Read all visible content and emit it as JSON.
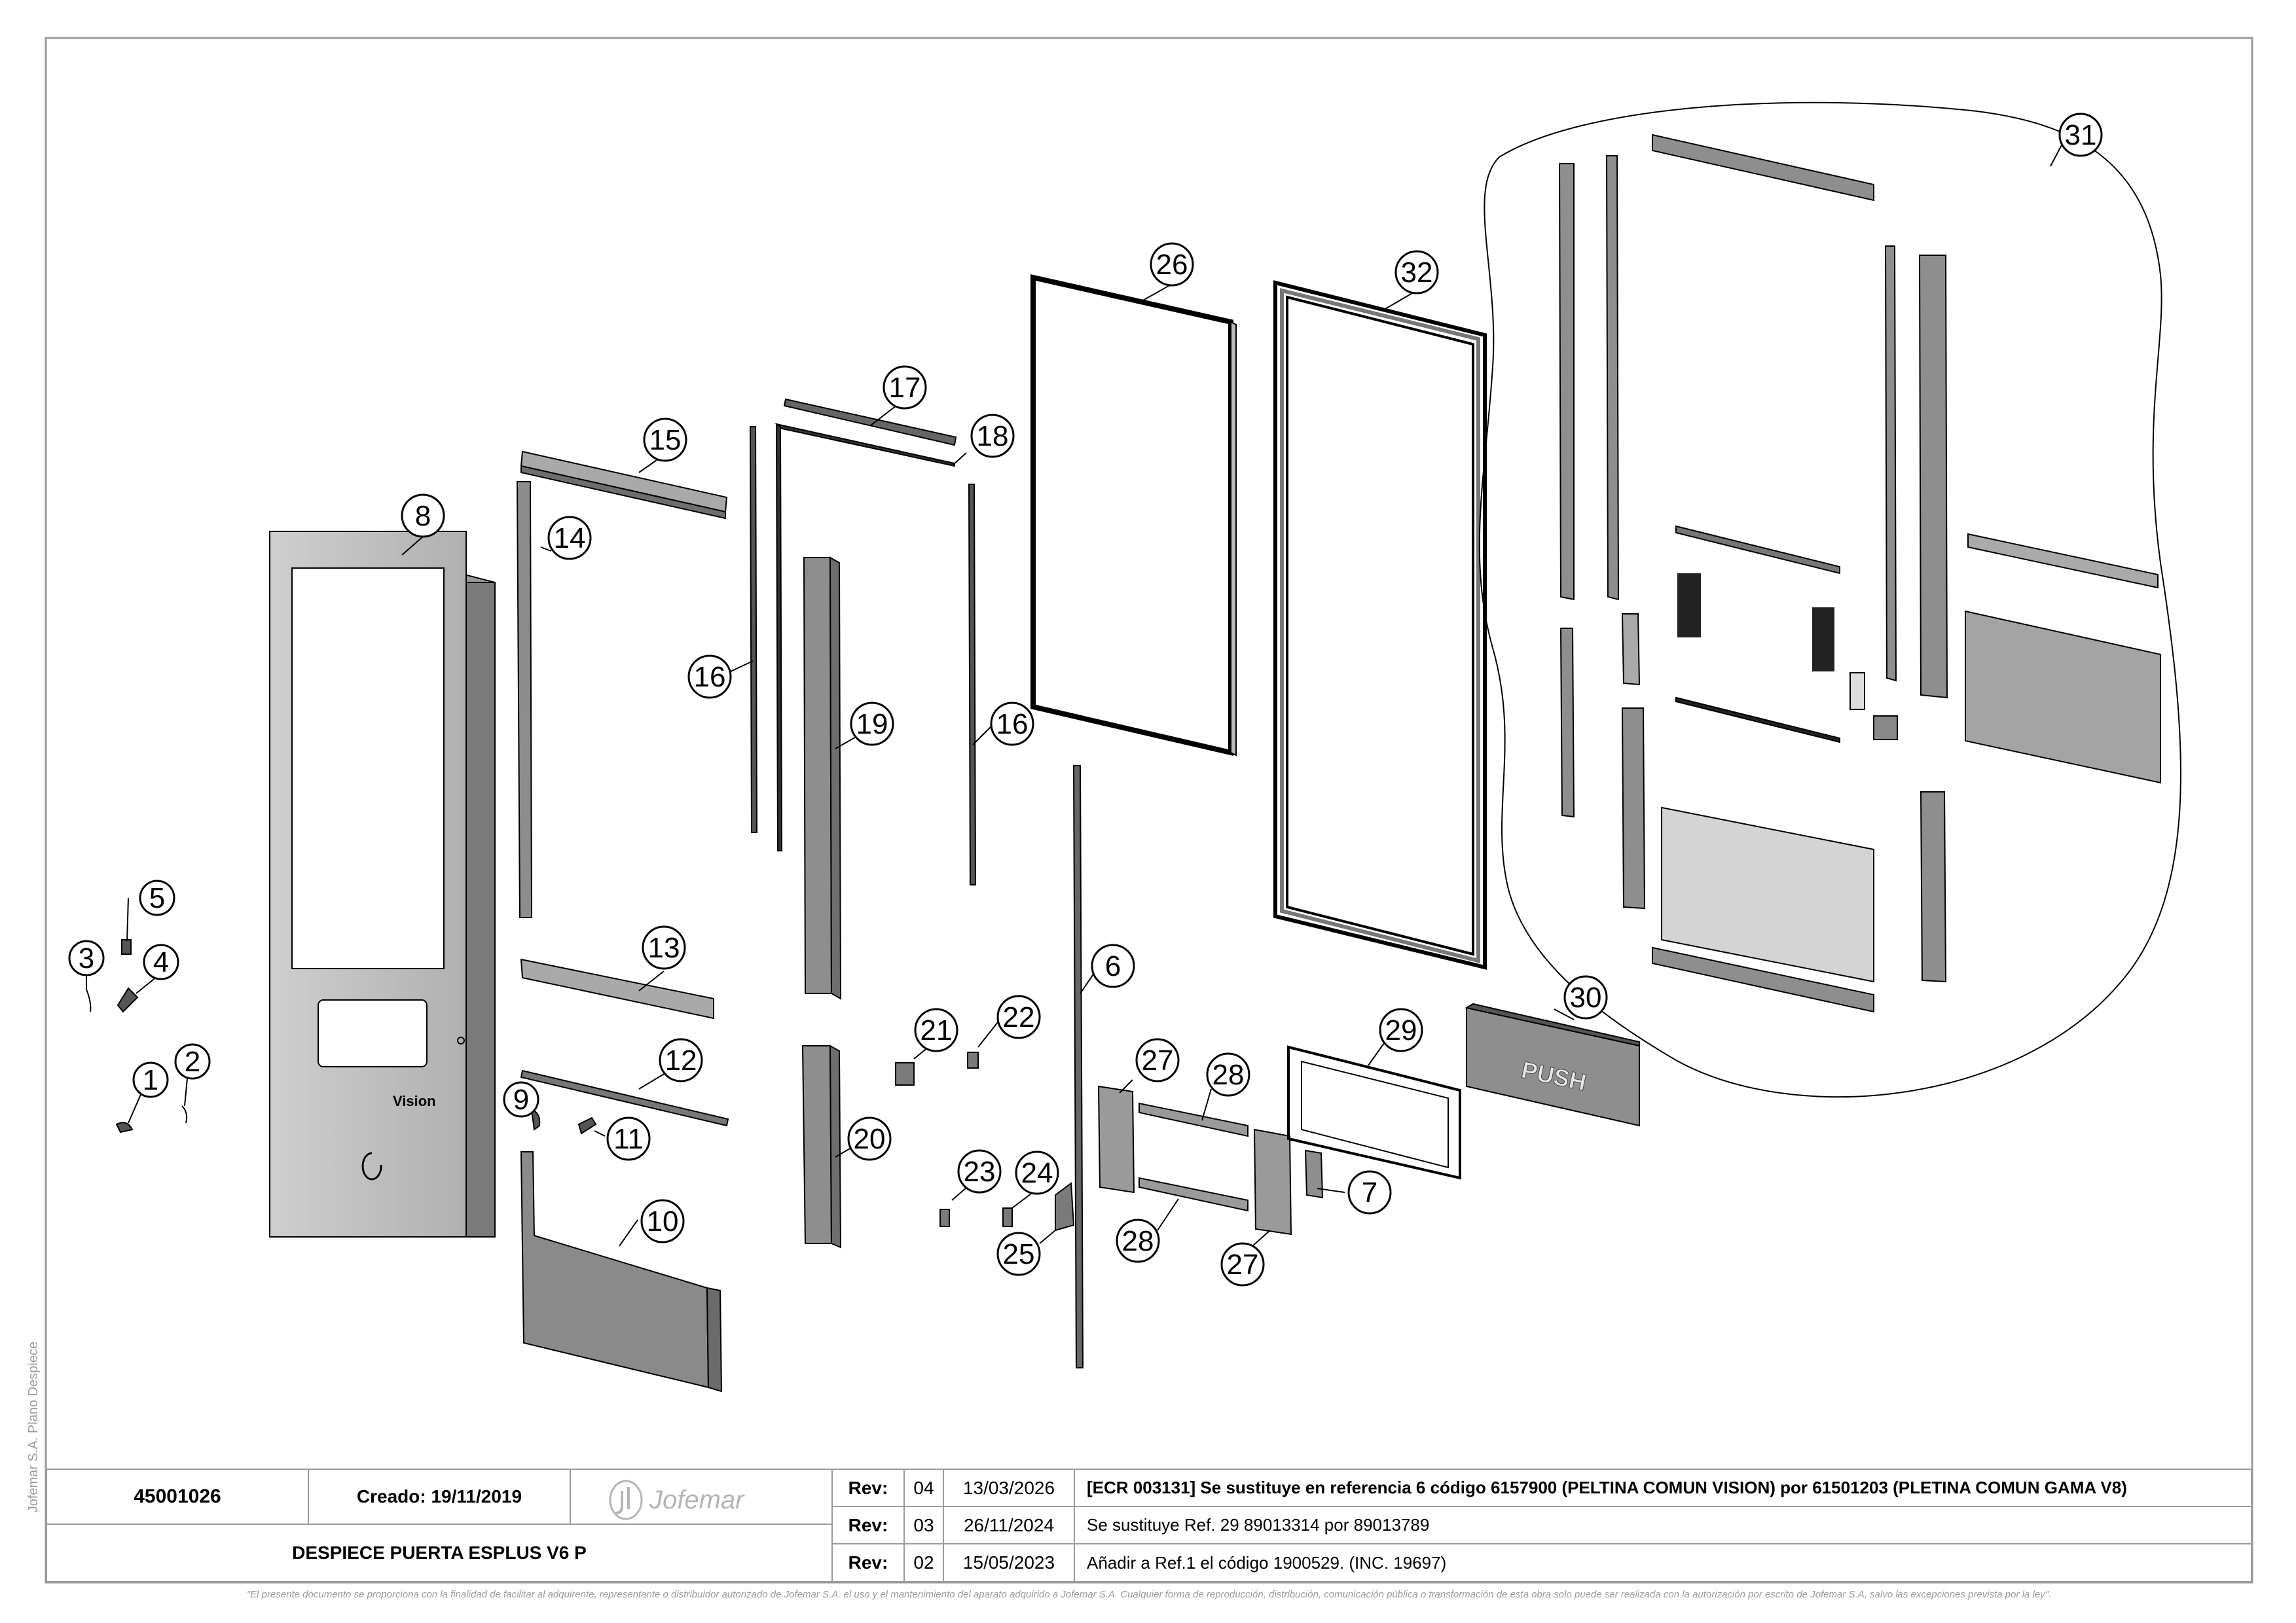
{
  "drawing": {
    "callouts": [
      {
        "id": "1",
        "label": "1"
      },
      {
        "id": "2",
        "label": "2"
      },
      {
        "id": "3",
        "label": "3"
      },
      {
        "id": "4",
        "label": "4"
      },
      {
        "id": "5",
        "label": "5"
      },
      {
        "id": "6",
        "label": "6"
      },
      {
        "id": "7",
        "label": "7"
      },
      {
        "id": "8",
        "label": "8"
      },
      {
        "id": "9",
        "label": "9"
      },
      {
        "id": "10",
        "label": "10"
      },
      {
        "id": "11",
        "label": "11"
      },
      {
        "id": "12",
        "label": "12"
      },
      {
        "id": "13",
        "label": "13"
      },
      {
        "id": "14",
        "label": "14"
      },
      {
        "id": "15",
        "label": "15"
      },
      {
        "id": "16a",
        "label": "16"
      },
      {
        "id": "16b",
        "label": "16"
      },
      {
        "id": "17",
        "label": "17"
      },
      {
        "id": "18",
        "label": "18"
      },
      {
        "id": "19",
        "label": "19"
      },
      {
        "id": "20",
        "label": "20"
      },
      {
        "id": "21",
        "label": "21"
      },
      {
        "id": "22",
        "label": "22"
      },
      {
        "id": "23",
        "label": "23"
      },
      {
        "id": "24",
        "label": "24"
      },
      {
        "id": "25",
        "label": "25"
      },
      {
        "id": "26",
        "label": "26"
      },
      {
        "id": "27a",
        "label": "27"
      },
      {
        "id": "27b",
        "label": "27"
      },
      {
        "id": "28a",
        "label": "28"
      },
      {
        "id": "28b",
        "label": "28"
      },
      {
        "id": "29",
        "label": "29"
      },
      {
        "id": "30",
        "label": "30"
      },
      {
        "id": "31",
        "label": "31"
      },
      {
        "id": "32",
        "label": "32"
      }
    ],
    "door_brand_text": "Vision",
    "push_label": "PUSH"
  },
  "title_block": {
    "code": "45001026",
    "created": "Creado: 19/11/2019",
    "title": "DESPIECE PUERTA ESPLUS V6 P",
    "logo_text": "Jofemar",
    "revisions": [
      {
        "label": "Rev:",
        "num": "04",
        "date": "13/03/2026",
        "desc": "[ECR 003131] Se sustituye en referencia 6 código 6157900 (PELTINA COMUN VISION) por 61501203 (PLETINA COMUN GAMA V8)",
        "bold": true
      },
      {
        "label": "Rev:",
        "num": "03",
        "date": "26/11/2024",
        "desc": "Se sustituye Ref. 29 89013314 por 89013789",
        "bold": false
      },
      {
        "label": "Rev:",
        "num": "02",
        "date": "15/05/2023",
        "desc": "Añadir a Ref.1 el código 1900529. (INC. 19697)",
        "bold": false
      }
    ]
  },
  "disclaimer": "\"El presente documento se proporciona con la finalidad de facilitar al adquirente, representante o distribuidor autorizado de Jofemar S.A. el uso y el mantenimiento del aparato adquirido a Jofemar S.A. Cualquier forma de reproducción, distribución, comunicación pública o transformación de esta obra solo puede ser realizada con la autorización por escrito de Jofemar S.A, salvo las excepciones prevista por la ley\".",
  "vertical_note": "Jofemar S.A. Plano Despiece",
  "colors": {
    "border": "#9a9a9a",
    "part_fill": "#bdbdbd",
    "part_dark": "#6e6e6e",
    "line": "#000000"
  }
}
